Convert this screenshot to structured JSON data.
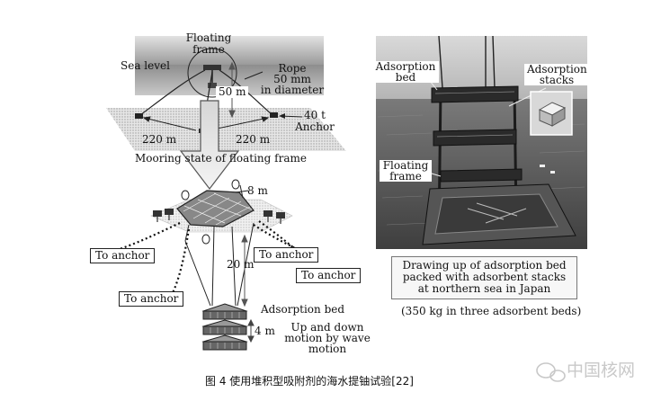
{
  "left_diagram": {
    "floating_frame": "Floating\nframe",
    "sea_level": "Sea level",
    "rope": "Rope\n50 mm\nin diameter",
    "depth_50m": "50 m",
    "anchor_40t": "40 t\nAnchor",
    "span_left": "220 m",
    "span_right": "220 m",
    "mooring_caption": "Mooring state of floating frame",
    "width_8m": "8 m",
    "to_anchor_1": "To anchor",
    "to_anchor_2": "To anchor",
    "to_anchor_3": "To anchor",
    "to_anchor_4": "To anchor",
    "depth_20m": "20 m",
    "adsorption_bed": "Adsorption bed",
    "height_4m": "4 m",
    "motion": "Up and down\nmotion by wave\nmotion"
  },
  "right_photo": {
    "adsorption_bed": "Adsorption\nbed",
    "adsorption_stacks": "Adsorption\nstacks",
    "floating_frame": "Floating\nframe",
    "caption": "Drawing up of adsorption bed\npacked with adsorbent stacks\nat northern sea in Japan",
    "mass_note": "(350 kg in three adsorbent beds)"
  },
  "figure_caption": "图 4   使用堆积型吸附剂的海水提铀试验[22]",
  "watermark": "中国核网"
}
